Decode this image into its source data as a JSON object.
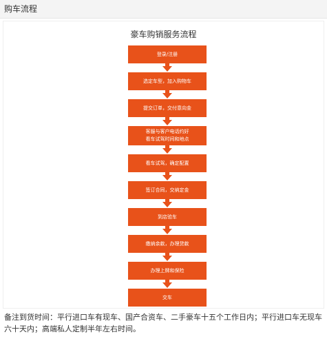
{
  "section": {
    "title": "购车流程"
  },
  "flow": {
    "title": "豪车购销服务流程",
    "steps": [
      {
        "label": "登录/注册"
      },
      {
        "label": "选定车型，加入购物车"
      },
      {
        "label": "提交订单，交付意向金"
      },
      {
        "label": "客服与客户电话约好\n看车试驾时间和地点"
      },
      {
        "label": "看车试驾，确定配置"
      },
      {
        "label": "签订合同，交纳定金"
      },
      {
        "label": "到店验车"
      },
      {
        "label": "缴纳余款，办理贷款"
      },
      {
        "label": "办理上牌和保险"
      },
      {
        "label": "交车"
      }
    ]
  },
  "note": {
    "text": "备注到货时间：平行进口车有现车、国产合资车、二手豪车十五个工作日内；平行进口车无现车六十天内；高端私人定制半年左右时间。"
  },
  "colors": {
    "accent": "#e8521a",
    "header_bg": "#f4f4f4",
    "text": "#333333"
  },
  "icons": {
    "connector": "arrow-down-icon"
  }
}
